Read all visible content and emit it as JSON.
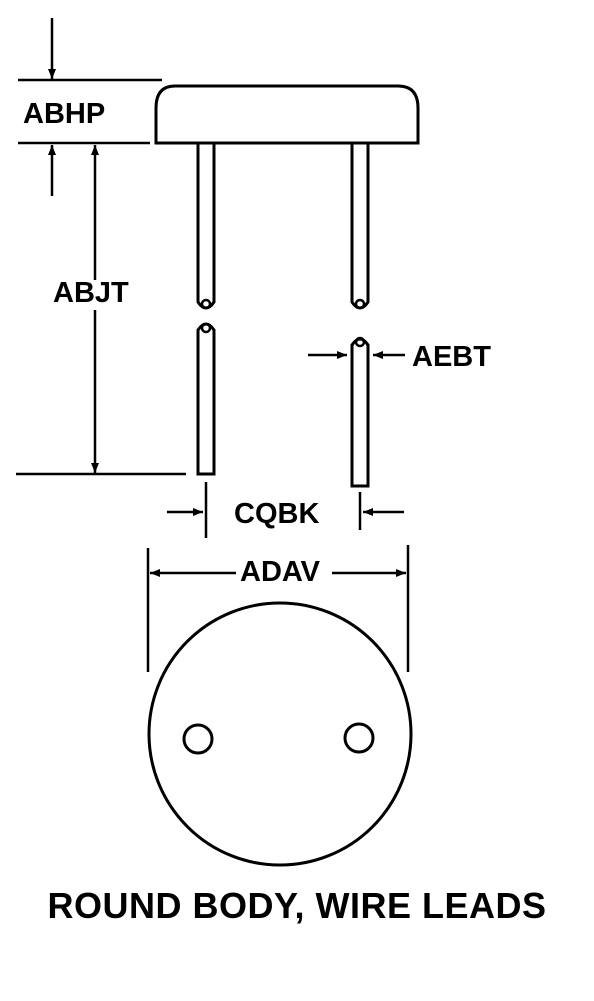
{
  "diagram": {
    "labels": {
      "body_height": "ABHP",
      "lead_length": "ABJT",
      "lead_diameter": "AEBT",
      "lead_spacing": "CQBK",
      "body_diameter": "ADAV"
    },
    "title": "ROUND BODY, WIRE LEADS",
    "line_color": "#000000",
    "background_color": "#ffffff"
  }
}
